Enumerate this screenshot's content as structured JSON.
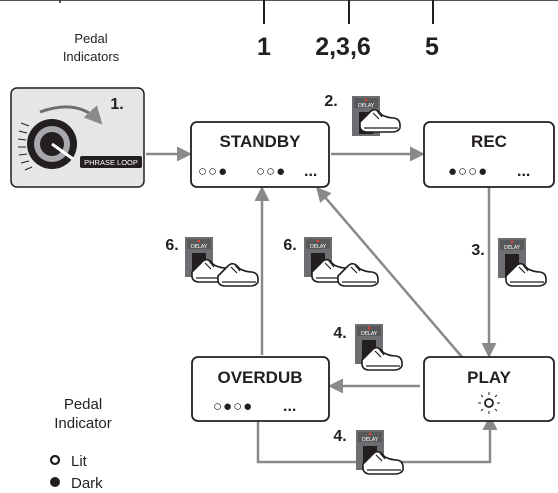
{
  "header": {
    "pedal_indicators_line1": "Pedal",
    "pedal_indicators_line2": "Indicators",
    "numbers": [
      "1",
      "2,3,6",
      "5"
    ]
  },
  "knob": {
    "step": "1.",
    "label": "PHRASE LOOP"
  },
  "states": {
    "standby": {
      "title": "STANDBY",
      "dots_a": "○○●",
      "dots_b": "○○●",
      "more": "..."
    },
    "rec": {
      "title": "REC",
      "dots": "●○○●",
      "more": "..."
    },
    "play": {
      "title": "PLAY"
    },
    "overdub": {
      "title": "OVERDUB",
      "dots": "○●○●",
      "more": "..."
    }
  },
  "pedal_label": "DELAY",
  "steps": {
    "rec_step": "2.",
    "play_step": "3.",
    "overdub_to_standby": "6.",
    "play_to_standby": "6.",
    "play_to_overdub": "4.",
    "overdub_to_play": "4."
  },
  "legend": {
    "title_line1": "Pedal",
    "title_line2": "Indicator",
    "lit": "Lit",
    "dark": "Dark"
  },
  "colors": {
    "text": "#231f20",
    "arrow": "#8a8a8a",
    "pedal": "#6d6e71",
    "knob_panel": "#e6e6e6"
  }
}
